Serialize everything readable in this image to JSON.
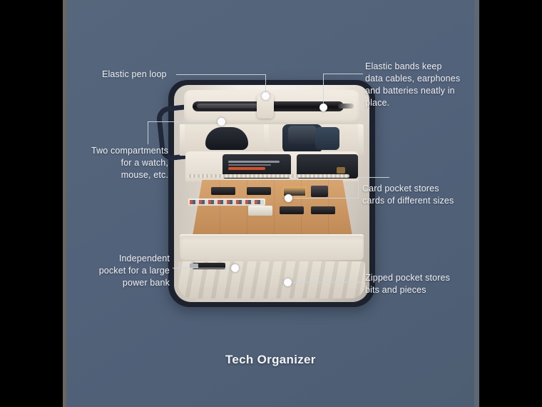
{
  "product": {
    "title": "Tech Organizer"
  },
  "colors": {
    "background": "#52627a",
    "letterbox": "#000000",
    "label_text": "#eef1f4",
    "leader_line": "#ced6dd",
    "dot": "#fbfcfd",
    "bag_shell": "#1d232e",
    "bag_lining": "#e6ded3",
    "card_panel": "#c9945f"
  },
  "annotations": [
    {
      "id": "elastic-pen-loop",
      "text": "Elastic pen loop",
      "align": "left"
    },
    {
      "id": "elastic-bands",
      "text": "Elastic bands keep\ndata cables, earphones\nand batteries neatly in\nplace.",
      "align": "left"
    },
    {
      "id": "two-compartments",
      "text": "Two compartments\nfor a watch,\nmouse, etc.",
      "align": "right"
    },
    {
      "id": "card-pocket",
      "text": "Card pocket stores\ncards of different sizes",
      "align": "left"
    },
    {
      "id": "independent-pocket",
      "text": "Independent\npocket for a large\npower bank",
      "align": "right"
    },
    {
      "id": "zipped-pocket",
      "text": "Zipped pocket stores\nbits and pieces",
      "align": "left"
    }
  ]
}
